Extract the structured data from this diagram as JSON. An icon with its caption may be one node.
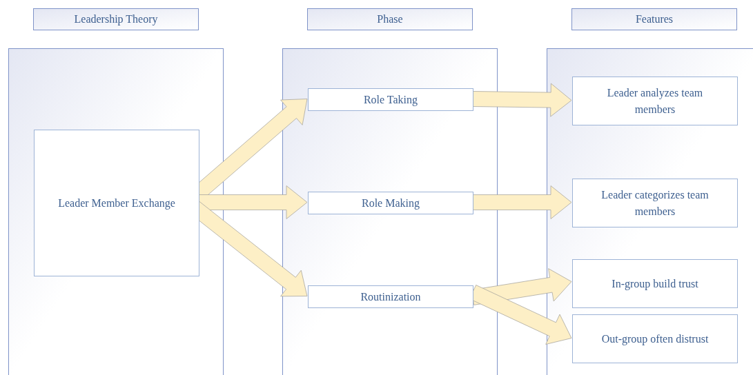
{
  "diagram": {
    "nodes": [
      {
        "text": [
          "Leadership Theory"
        ]
      },
      {
        "text": [
          "Phase"
        ]
      },
      {
        "text": [
          "Features"
        ]
      },
      {
        "text": [],
        "shape": "box"
      },
      {
        "text": [],
        "shape": "box"
      },
      {
        "text": [],
        "shape": "box"
      },
      {
        "text": [
          "Leader Member Exchange"
        ],
        "in": 3
      },
      {
        "text": [
          "Role Taking"
        ],
        "in": 4
      },
      {
        "text": [
          "Role Making"
        ],
        "in": 4
      },
      {
        "text": [
          "Routinization"
        ],
        "in": 4
      },
      {
        "text": [
          "Leader analyzes team members"
        ],
        "in": 5
      },
      {
        "text": [
          "Leader categorizes team members"
        ],
        "in": 5
      },
      {
        "text": [
          "In-group build trust"
        ],
        "in": 5
      },
      {
        "text": [
          "Out-group often distrust"
        ],
        "in": 5
      }
    ],
    "edges": [
      {
        "from": 6,
        "to": 7,
        "arrow": "to"
      },
      {
        "from": 6,
        "to": 8,
        "arrow": "to"
      },
      {
        "from": 6,
        "to": 9,
        "arrow": "to"
      },
      {
        "from": 7,
        "to": 10,
        "arrow": "to"
      },
      {
        "from": 8,
        "to": 11,
        "arrow": "to"
      },
      {
        "from": 9,
        "to": 12,
        "arrow": "to"
      },
      {
        "from": 9,
        "to": 13,
        "arrow": "to"
      }
    ]
  }
}
